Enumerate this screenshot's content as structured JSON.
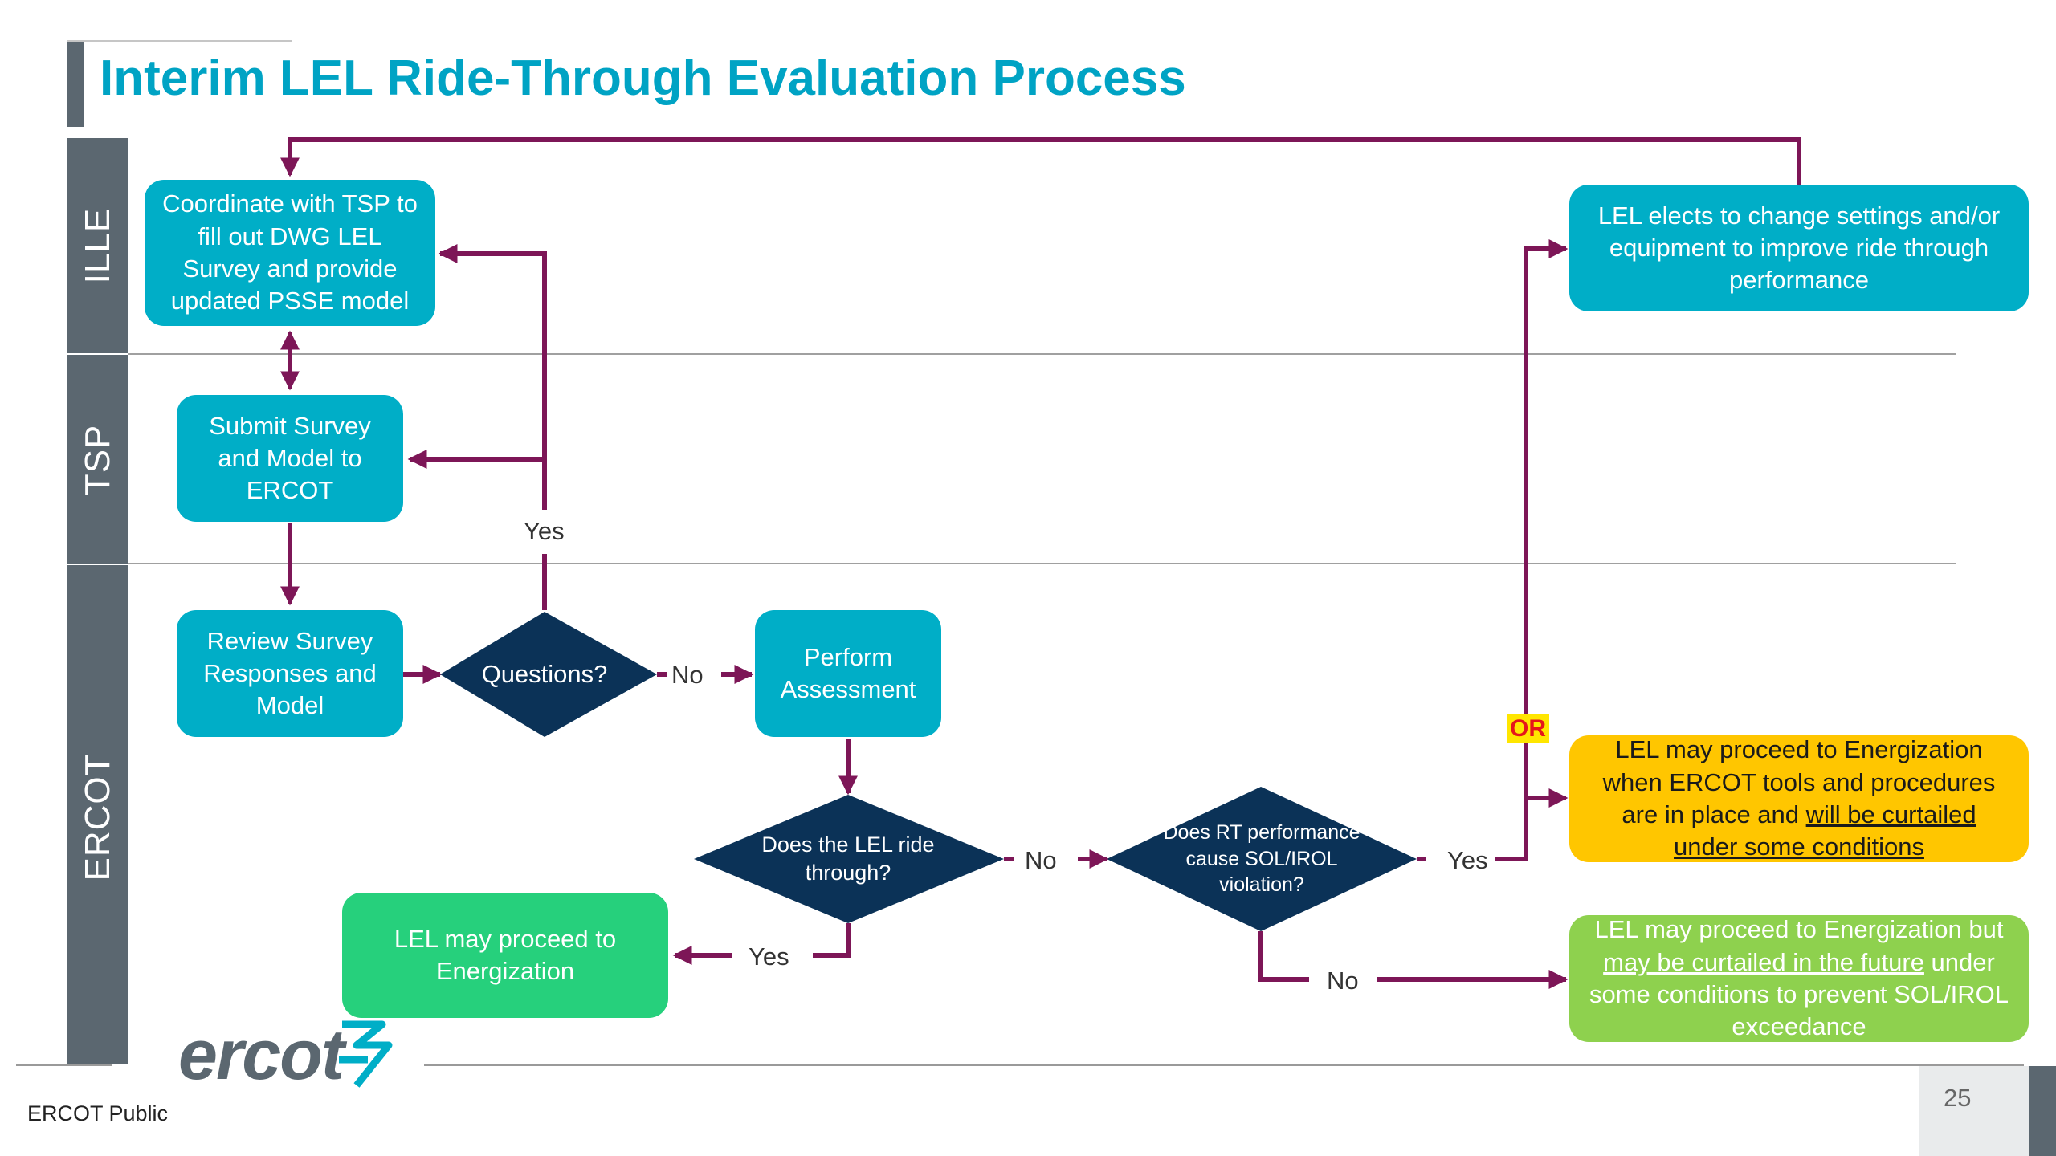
{
  "title": "Interim LEL Ride-Through Evaluation Process",
  "lanes": [
    "ILLE",
    "TSP",
    "ERCOT"
  ],
  "boxes": {
    "coordinate": "Coordinate with TSP to fill out DWG LEL Survey and provide updated PSSE model",
    "submit": "Submit Survey and Model to ERCOT",
    "review": "Review Survey Responses and Model",
    "perform": "Perform Assessment",
    "proceed_green": "LEL may proceed to Energization",
    "lel_elects": "LEL elects to change settings and/or equipment to improve ride through performance",
    "yellow_a": "LEL may proceed to Energization when ERCOT tools and procedures are in place and ",
    "yellow_u": "will be curtailed under some conditions",
    "lime_a": "LEL may proceed to Energization but ",
    "lime_u": "may be curtailed in the future",
    "lime_b": " under some conditions to prevent SOL/IROL exceedance"
  },
  "decisions": {
    "questions": "Questions?",
    "ride_through": "Does the LEL ride through?",
    "rt_performance": "Does RT performance cause SOL/IROL violation?"
  },
  "labels": {
    "yes_questions": "Yes",
    "no_questions": "No",
    "no_ride": "No",
    "yes_ride": "Yes",
    "yes_rt": "Yes",
    "no_rt": "No",
    "or": "OR"
  },
  "footer": {
    "logo": "ercot",
    "public": "ERCOT Public",
    "page": "25"
  },
  "colors": {
    "title": "#00a3c4",
    "teal": "#00aec7",
    "navy": "#0b3257",
    "lane": "#5b6770",
    "arrow": "#7d1657",
    "green": "#26d07c",
    "yellow": "#ffc600",
    "lime": "#8ed14e"
  }
}
